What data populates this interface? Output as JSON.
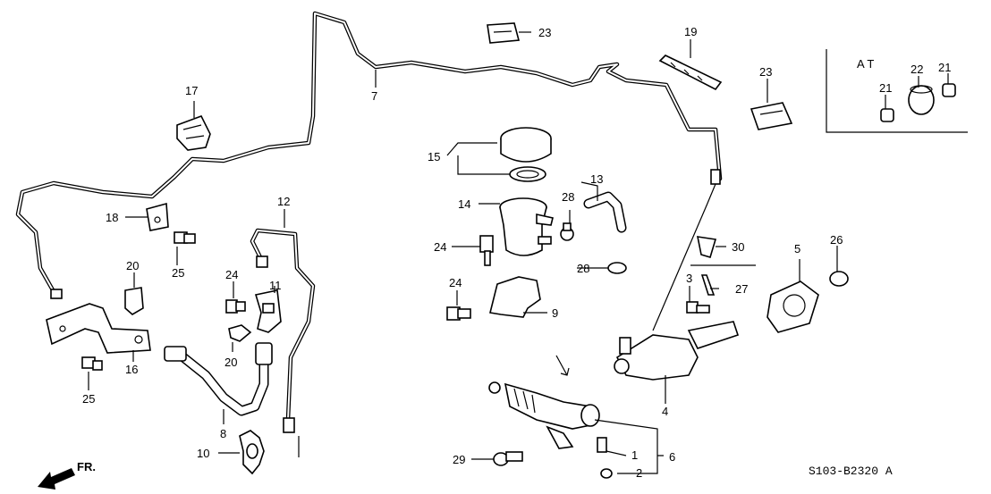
{
  "diagram": {
    "labels": {
      "p1": "1",
      "p2": "2",
      "p3": "3",
      "p4": "4",
      "p5": "5",
      "p6": "6",
      "p7": "7",
      "p8": "8",
      "p9": "9",
      "p10": "10",
      "p11": "11",
      "p12": "12",
      "p13": "13",
      "p14": "14",
      "p15": "15",
      "p16": "16",
      "p17": "17",
      "p18": "18",
      "p19": "19",
      "p20a": "20",
      "p20b": "20",
      "p21a": "21",
      "p21b": "21",
      "p22": "22",
      "p23a": "23",
      "p23b": "23",
      "p24a": "24",
      "p24b": "24",
      "p24c": "24",
      "p25a": "25",
      "p25b": "25",
      "p26": "26",
      "p27": "27",
      "p28a": "28",
      "p28b": "28",
      "p29": "29",
      "p30": "30"
    },
    "at_label": "A T",
    "direction_label": "FR.",
    "diagram_code": "S103-B2320 A"
  }
}
